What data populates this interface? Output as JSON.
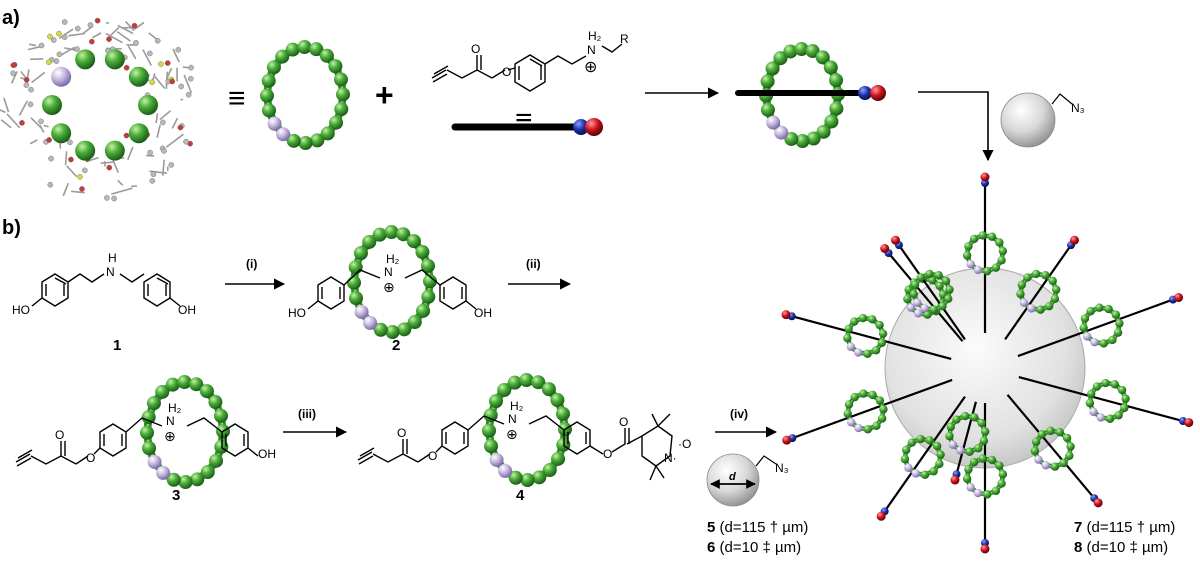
{
  "panels": {
    "a": "a)",
    "b": "b)"
  },
  "symbols": {
    "equiv": "≡",
    "plus": "+",
    "charge": "⊕"
  },
  "atoms": {
    "H2": "H₂",
    "N": "N",
    "H": "H",
    "R": "R",
    "N3": "N₃",
    "HO": "HO",
    "OH": "OH",
    "O": "O",
    "Ndot": "N·",
    "Ominus": "·O",
    "d": "d"
  },
  "steps": {
    "i": "(i)",
    "ii": "(ii)",
    "iii": "(iii)",
    "iv": "(iv)"
  },
  "compounds": {
    "c1": "1",
    "c2": "2",
    "c3": "3",
    "c4": "4",
    "c5": {
      "num": "5",
      "desc": " (d=115 † µm)"
    },
    "c6": {
      "num": "6",
      "desc": " (d=10 ‡ µm)"
    },
    "c7": {
      "num": "7",
      "desc": " (d=115 † µm)"
    },
    "c8": {
      "num": "8",
      "desc": " (d=10 ‡ µm)"
    }
  },
  "colors": {
    "ring_green": "#2e8b2e",
    "ring_light": "#7ccc5a",
    "pillar_purple": "#b9a9d6",
    "stopper_blue": "#1a2fa8",
    "stopper_red": "#c8101a",
    "sphere_grey": "#bdbdbd"
  }
}
